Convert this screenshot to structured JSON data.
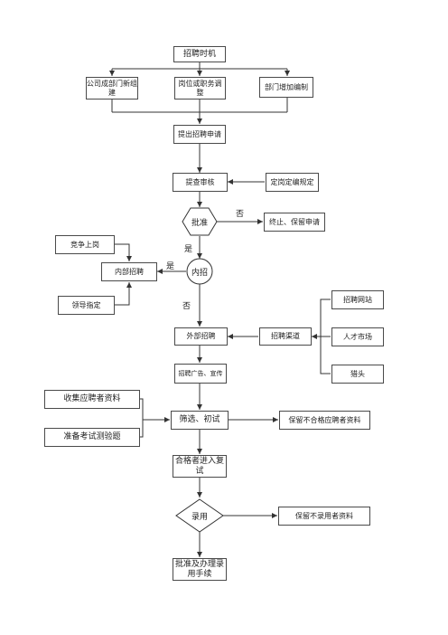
{
  "nodes": {
    "timing": "招聘时机",
    "dept_new": "公司成部门新组建",
    "post_change": "岗位或职务调整",
    "dept_staff": "部门增加编制",
    "apply": "提出招聘申请",
    "review": "提查审核",
    "quota": "定岗定编规定",
    "approve": "批准",
    "stop": "终止、保留申请",
    "internal": "内招",
    "internal_recruit": "内部招聘",
    "compete": "竞争上岗",
    "leader": "领导指定",
    "external": "外部招聘",
    "channel": "招聘渠道",
    "site": "招聘网站",
    "market": "人才市场",
    "headhunter": "猎头",
    "advert": "招聘广告、宣传",
    "collect": "收集应聘者资料",
    "exam": "准备考试测验题",
    "screen": "筛选、初试",
    "keep_fail": "保留不合格应聘者资料",
    "retest": "合格者进入复试",
    "hire": "录用",
    "keep_reject": "保留不录用者资料",
    "final": "批准及办理录用手续"
  },
  "edge_labels": {
    "approve_no": "否",
    "internal_yes_top": "是",
    "internal_yes_left": "是",
    "internal_no": "否"
  }
}
